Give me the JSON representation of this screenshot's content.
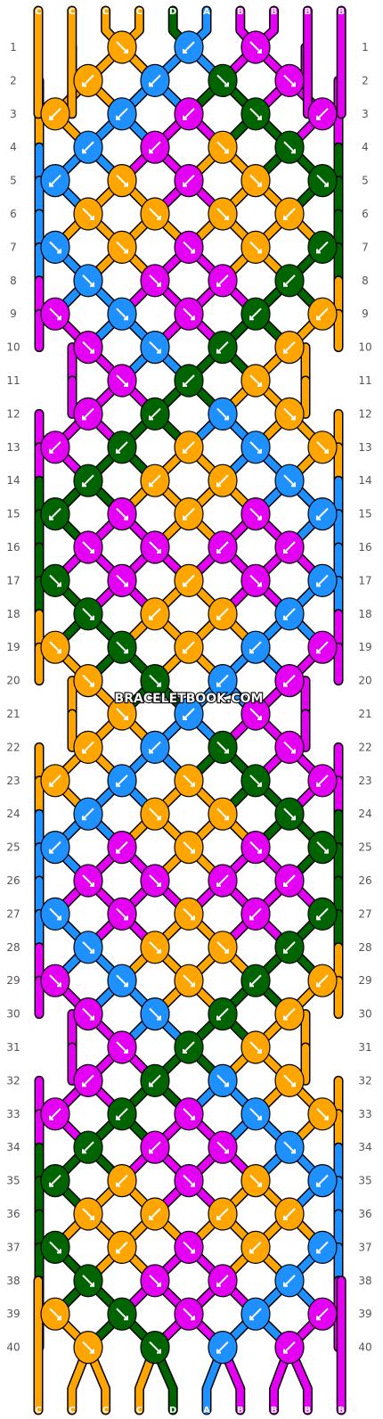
{
  "watermark": "BRACELETBOOK.COM",
  "colors": {
    "A": "#1E90FF",
    "B": "#E400F2",
    "C": "#FFA500",
    "D": "#006400"
  },
  "top_threads": [
    "C",
    "C",
    "C",
    "C",
    "D",
    "A",
    "B",
    "B",
    "B",
    "B"
  ],
  "bottom_threads": [
    "C",
    "C",
    "C",
    "C",
    "D",
    "A",
    "B",
    "B",
    "B",
    "B"
  ],
  "row_labels": [
    "1",
    "2",
    "3",
    "4",
    "5",
    "6",
    "7",
    "8",
    "9",
    "10",
    "11",
    "12",
    "13",
    "14",
    "15",
    "16",
    "17",
    "18",
    "19",
    "20",
    "21",
    "22",
    "23",
    "24",
    "25",
    "26",
    "27",
    "28",
    "29",
    "30",
    "31",
    "32",
    "33",
    "34",
    "35",
    "36",
    "37",
    "38",
    "39",
    "40"
  ],
  "knot_rows": [
    {
      "row": 1,
      "knots": [
        [
          "C",
          "fwd"
        ],
        [
          "A",
          "bwd"
        ],
        [
          "B",
          "fwd"
        ]
      ]
    },
    {
      "row": 2,
      "knots": [
        [
          "C",
          "bwd"
        ],
        [
          "A",
          "bwd"
        ],
        [
          "D",
          "fwd"
        ],
        [
          "B",
          "fwd"
        ]
      ]
    },
    {
      "row": 3,
      "knots": [
        [
          "C",
          "bwd"
        ],
        [
          "A",
          "bwd"
        ],
        [
          "B",
          "bwd"
        ],
        [
          "D",
          "fwd"
        ],
        [
          "B",
          "bwd"
        ]
      ]
    },
    {
      "row": 4,
      "knots": [
        [
          "A",
          "bwd"
        ],
        [
          "B",
          "bwd"
        ],
        [
          "C",
          "fwd"
        ],
        [
          "D",
          "fwd"
        ]
      ]
    },
    {
      "row": 5,
      "knots": [
        [
          "A",
          "bwd"
        ],
        [
          "C",
          "fwd"
        ],
        [
          "B",
          "bwd"
        ],
        [
          "C",
          "fwd"
        ],
        [
          "D",
          "fwd"
        ]
      ]
    },
    {
      "row": 6,
      "knots": [
        [
          "C",
          "fwd"
        ],
        [
          "C",
          "fwd"
        ],
        [
          "C",
          "fwd"
        ],
        [
          "C",
          "bwd"
        ]
      ]
    },
    {
      "row": 7,
      "knots": [
        [
          "A",
          "fwd"
        ],
        [
          "C",
          "fwd"
        ],
        [
          "B",
          "fwd"
        ],
        [
          "C",
          "fwd"
        ],
        [
          "D",
          "bwd"
        ]
      ]
    },
    {
      "row": 8,
      "knots": [
        [
          "A",
          "fwd"
        ],
        [
          "B",
          "fwd"
        ],
        [
          "B",
          "bwd"
        ],
        [
          "D",
          "bwd"
        ]
      ]
    },
    {
      "row": 9,
      "knots": [
        [
          "B",
          "fwd"
        ],
        [
          "A",
          "fwd"
        ],
        [
          "B",
          "fwd"
        ],
        [
          "D",
          "bwd"
        ],
        [
          "C",
          "bwd"
        ]
      ]
    },
    {
      "row": 10,
      "knots": [
        [
          "B",
          "fwd"
        ],
        [
          "A",
          "fwd"
        ],
        [
          "D",
          "bwd"
        ],
        [
          "C",
          "bwd"
        ]
      ]
    },
    {
      "row": 11,
      "knots": [
        [
          "B",
          "fwd"
        ],
        [
          "D",
          "bwd"
        ],
        [
          "C",
          "fwd"
        ]
      ]
    },
    {
      "row": 12,
      "knots": [
        [
          "B",
          "bwd"
        ],
        [
          "D",
          "bwd"
        ],
        [
          "A",
          "fwd"
        ],
        [
          "C",
          "fwd"
        ]
      ]
    },
    {
      "row": 13,
      "knots": [
        [
          "B",
          "bwd"
        ],
        [
          "D",
          "bwd"
        ],
        [
          "C",
          "bwd"
        ],
        [
          "A",
          "fwd"
        ],
        [
          "C",
          "fwd"
        ]
      ]
    },
    {
      "row": 14,
      "knots": [
        [
          "D",
          "bwd"
        ],
        [
          "C",
          "bwd"
        ],
        [
          "C",
          "bwd"
        ],
        [
          "A",
          "fwd"
        ]
      ]
    },
    {
      "row": 15,
      "knots": [
        [
          "D",
          "bwd"
        ],
        [
          "B",
          "fwd"
        ],
        [
          "C",
          "bwd"
        ],
        [
          "B",
          "fwd"
        ],
        [
          "A",
          "bwd"
        ]
      ]
    },
    {
      "row": 16,
      "knots": [
        [
          "B",
          "fwd"
        ],
        [
          "B",
          "fwd"
        ],
        [
          "B",
          "bwd"
        ],
        [
          "B",
          "bwd"
        ]
      ]
    },
    {
      "row": 17,
      "knots": [
        [
          "D",
          "fwd"
        ],
        [
          "B",
          "fwd"
        ],
        [
          "C",
          "bwd"
        ],
        [
          "B",
          "fwd"
        ],
        [
          "A",
          "bwd"
        ]
      ]
    },
    {
      "row": 18,
      "knots": [
        [
          "D",
          "fwd"
        ],
        [
          "C",
          "bwd"
        ],
        [
          "C",
          "bwd"
        ],
        [
          "A",
          "bwd"
        ]
      ]
    },
    {
      "row": 19,
      "knots": [
        [
          "C",
          "fwd"
        ],
        [
          "D",
          "fwd"
        ],
        [
          "C",
          "bwd"
        ],
        [
          "A",
          "bwd"
        ],
        [
          "B",
          "bwd"
        ]
      ]
    },
    {
      "row": 20,
      "knots": [
        [
          "C",
          "fwd"
        ],
        [
          "D",
          "fwd"
        ],
        [
          "A",
          "bwd"
        ],
        [
          "B",
          "bwd"
        ]
      ]
    },
    {
      "row": 21,
      "knots": [
        [
          "C",
          "fwd"
        ],
        [
          "A",
          "bwd"
        ],
        [
          "B",
          "fwd"
        ]
      ]
    },
    {
      "row": 22,
      "knots": [
        [
          "C",
          "bwd"
        ],
        [
          "A",
          "bwd"
        ],
        [
          "D",
          "fwd"
        ],
        [
          "B",
          "fwd"
        ]
      ]
    },
    {
      "row": 23,
      "knots": [
        [
          "C",
          "bwd"
        ],
        [
          "A",
          "bwd"
        ],
        [
          "C",
          "fwd"
        ],
        [
          "D",
          "fwd"
        ],
        [
          "B",
          "bwd"
        ]
      ]
    },
    {
      "row": 24,
      "knots": [
        [
          "A",
          "bwd"
        ],
        [
          "C",
          "fwd"
        ],
        [
          "C",
          "fwd"
        ],
        [
          "D",
          "fwd"
        ]
      ]
    },
    {
      "row": 25,
      "knots": [
        [
          "A",
          "bwd"
        ],
        [
          "B",
          "bwd"
        ],
        [
          "C",
          "fwd"
        ],
        [
          "B",
          "fwd"
        ],
        [
          "D",
          "fwd"
        ]
      ]
    },
    {
      "row": 26,
      "knots": [
        [
          "B",
          "fwd"
        ],
        [
          "B",
          "fwd"
        ],
        [
          "B",
          "bwd"
        ],
        [
          "B",
          "bwd"
        ]
      ]
    },
    {
      "row": 27,
      "knots": [
        [
          "A",
          "fwd"
        ],
        [
          "B",
          "fwd"
        ],
        [
          "C",
          "fwd"
        ],
        [
          "B",
          "bwd"
        ],
        [
          "D",
          "bwd"
        ]
      ]
    },
    {
      "row": 28,
      "knots": [
        [
          "A",
          "fwd"
        ],
        [
          "C",
          "fwd"
        ],
        [
          "C",
          "fwd"
        ],
        [
          "D",
          "bwd"
        ]
      ]
    },
    {
      "row": 29,
      "knots": [
        [
          "B",
          "fwd"
        ],
        [
          "A",
          "fwd"
        ],
        [
          "C",
          "fwd"
        ],
        [
          "D",
          "bwd"
        ],
        [
          "C",
          "bwd"
        ]
      ]
    },
    {
      "row": 30,
      "knots": [
        [
          "B",
          "fwd"
        ],
        [
          "A",
          "fwd"
        ],
        [
          "D",
          "bwd"
        ],
        [
          "C",
          "bwd"
        ]
      ]
    },
    {
      "row": 31,
      "knots": [
        [
          "B",
          "fwd"
        ],
        [
          "D",
          "bwd"
        ],
        [
          "C",
          "fwd"
        ]
      ]
    },
    {
      "row": 32,
      "knots": [
        [
          "B",
          "bwd"
        ],
        [
          "D",
          "bwd"
        ],
        [
          "A",
          "fwd"
        ],
        [
          "C",
          "fwd"
        ]
      ]
    },
    {
      "row": 33,
      "knots": [
        [
          "B",
          "bwd"
        ],
        [
          "D",
          "bwd"
        ],
        [
          "B",
          "fwd"
        ],
        [
          "A",
          "fwd"
        ],
        [
          "C",
          "fwd"
        ]
      ]
    },
    {
      "row": 34,
      "knots": [
        [
          "D",
          "bwd"
        ],
        [
          "B",
          "bwd"
        ],
        [
          "B",
          "fwd"
        ],
        [
          "A",
          "fwd"
        ]
      ]
    },
    {
      "row": 35,
      "knots": [
        [
          "D",
          "bwd"
        ],
        [
          "C",
          "bwd"
        ],
        [
          "B",
          "fwd"
        ],
        [
          "C",
          "fwd"
        ],
        [
          "A",
          "bwd"
        ]
      ]
    },
    {
      "row": 36,
      "knots": [
        [
          "C",
          "fwd"
        ],
        [
          "C",
          "bwd"
        ],
        [
          "C",
          "bwd"
        ],
        [
          "C",
          "bwd"
        ]
      ]
    },
    {
      "row": 37,
      "knots": [
        [
          "D",
          "fwd"
        ],
        [
          "C",
          "bwd"
        ],
        [
          "B",
          "fwd"
        ],
        [
          "C",
          "bwd"
        ],
        [
          "A",
          "bwd"
        ]
      ]
    },
    {
      "row": 38,
      "knots": [
        [
          "D",
          "fwd"
        ],
        [
          "B",
          "fwd"
        ],
        [
          "B",
          "bwd"
        ],
        [
          "A",
          "bwd"
        ]
      ]
    },
    {
      "row": 39,
      "knots": [
        [
          "C",
          "fwd"
        ],
        [
          "D",
          "fwd"
        ],
        [
          "B",
          "fwd"
        ],
        [
          "A",
          "bwd"
        ],
        [
          "B",
          "bwd"
        ]
      ]
    },
    {
      "row": 40,
      "knots": [
        [
          "C",
          "fwd"
        ],
        [
          "D",
          "fwd"
        ],
        [
          "A",
          "bwd"
        ],
        [
          "B",
          "bwd"
        ]
      ]
    }
  ]
}
